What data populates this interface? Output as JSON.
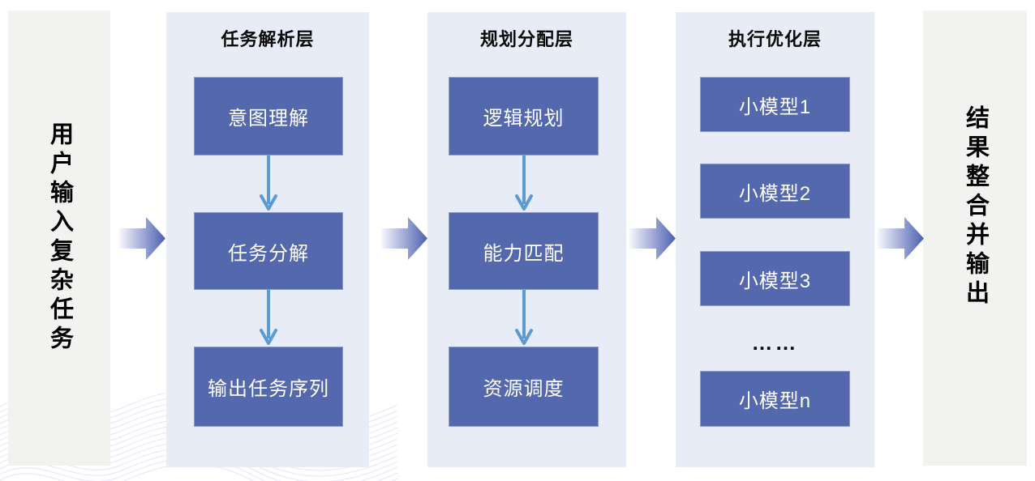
{
  "diagram": {
    "input_label": "用户输入复杂任务",
    "output_label": "结果整合并输出",
    "columns": [
      {
        "title": "任务解析层",
        "boxes": [
          "意图理解",
          "任务分解",
          "输出任务序列"
        ]
      },
      {
        "title": "规划分配层",
        "boxes": [
          "逻辑规划",
          "能力匹配",
          "资源调度"
        ]
      },
      {
        "title": "执行优化层",
        "boxes": [
          "小模型1",
          "小模型2",
          "小模型3",
          "……",
          "小模型n"
        ]
      }
    ]
  },
  "icons": {
    "flow_arrow_right": "block-arrow-right",
    "step_arrow_down": "thin-arrow-down"
  },
  "colors": {
    "panel_side": "#f2f2f1",
    "panel_column": "#e8ecf7",
    "box_fill": "#5468ae",
    "box_text": "#ffffff",
    "title_text": "#0a0a0a",
    "down_arrow": "#5b9bd5",
    "flow_arrow_start": "#f6f8fd",
    "flow_arrow_end": "#4c5fb0"
  }
}
